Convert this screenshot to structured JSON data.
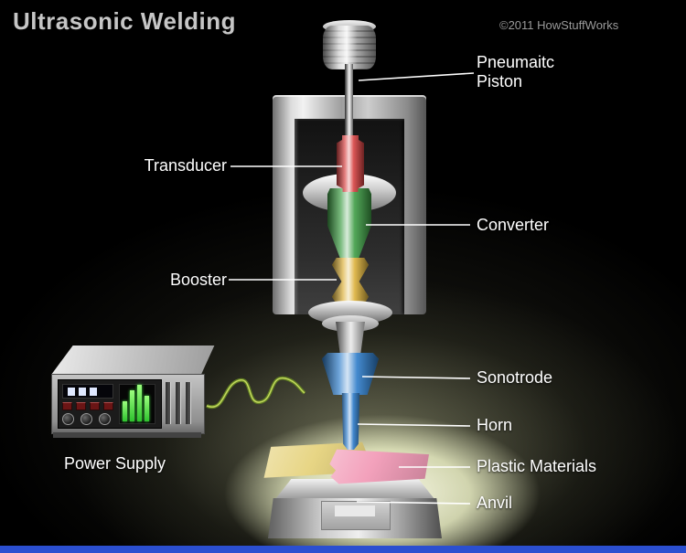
{
  "header": {
    "title": "Ultrasonic Welding",
    "copyright": "©2011 HowStuffWorks"
  },
  "labels": {
    "piston_line1": "Pneumaitc",
    "piston_line2": "Piston",
    "transducer": "Transducer",
    "converter": "Converter",
    "booster": "Booster",
    "sonotrode": "Sonotrode",
    "horn": "Horn",
    "plastic_materials": "Plastic Materials",
    "anvil": "Anvil",
    "power_supply": "Power Supply"
  },
  "colors": {
    "transducer": "#d84343",
    "converter": "#3f9e46",
    "booster": "#ddb23c",
    "sonotrode": "#2e7cc9",
    "horn": "#2e7cc9",
    "plastic_yellow": "#e6d37e",
    "plastic_pink": "#f29cb8",
    "bottom_bar": "#2b4fd0",
    "label_text": "#ffffff",
    "title_text": "#c6c6c6"
  }
}
